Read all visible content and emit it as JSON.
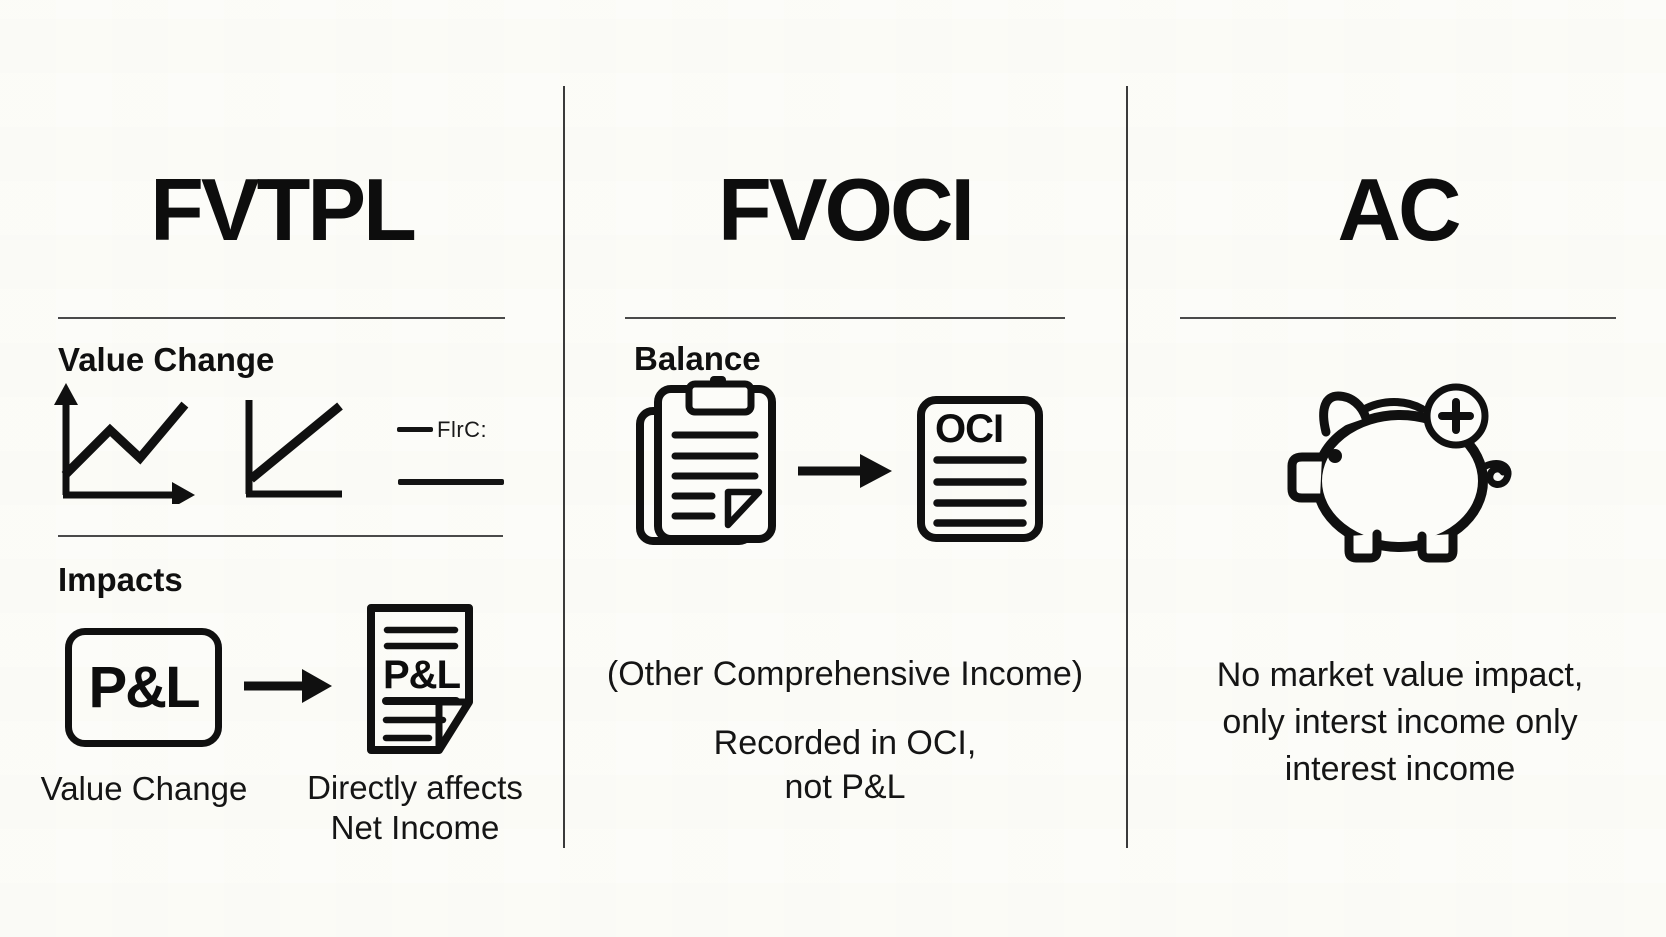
{
  "colors": {
    "background": "#fcfcf9",
    "ink": "#111111",
    "divider": "#3a3a3a",
    "rule": "#4a4a4a"
  },
  "fvtpl": {
    "title": "FVTPL",
    "value_change_heading": "Value Change",
    "legend_label": "FlrC:",
    "impacts_heading": "Impacts",
    "pl_box_label": "P&L",
    "pl_doc_label": "P&L",
    "box_caption": "Value Change",
    "doc_caption_line1": "Directly affects",
    "doc_caption_line2": "Net Income",
    "icons": [
      "line-chart-icon",
      "growth-chart-icon",
      "legend-lines-icon",
      "pl-box-icon",
      "arrow-right-icon",
      "pl-document-icon"
    ]
  },
  "fvoci": {
    "title": "FVOCI",
    "balance_heading": "Balance",
    "oci_doc_label": "OCI",
    "subtitle": "(Other Comprehensive Income)",
    "note_line1": "Recorded in OCI,",
    "note_line2": "not P&L",
    "icons": [
      "clipboard-icon",
      "arrow-right-icon",
      "oci-document-icon"
    ]
  },
  "ac": {
    "title": "AC",
    "note_line1": "No market value impact,",
    "note_line2": "only interst income only",
    "note_line3": "interest income",
    "icons": [
      "piggy-bank-icon",
      "plus-circle-icon",
      "coin-slot-icon"
    ]
  }
}
